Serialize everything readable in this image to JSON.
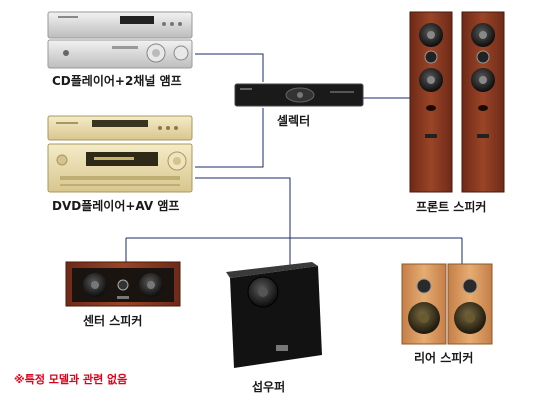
{
  "labels": {
    "cd_amp": "CD플레이어+2채널 앰프",
    "selector": "셀렉터",
    "dvd_av": "DVD플레이어+AV 앰프",
    "front": "프론트 스피커",
    "center": "센터 스피커",
    "subwoofer": "섭우퍼",
    "rear": "리어 스피커"
  },
  "note": "※특정 모델과 관련 없음",
  "colors": {
    "note": "#e0001a",
    "wire": "#1c2a6e",
    "silver": "#d9d9d9",
    "champagne": "#e9dcae",
    "wood": "#8a3a22",
    "light_wood": "#d99a5f"
  }
}
